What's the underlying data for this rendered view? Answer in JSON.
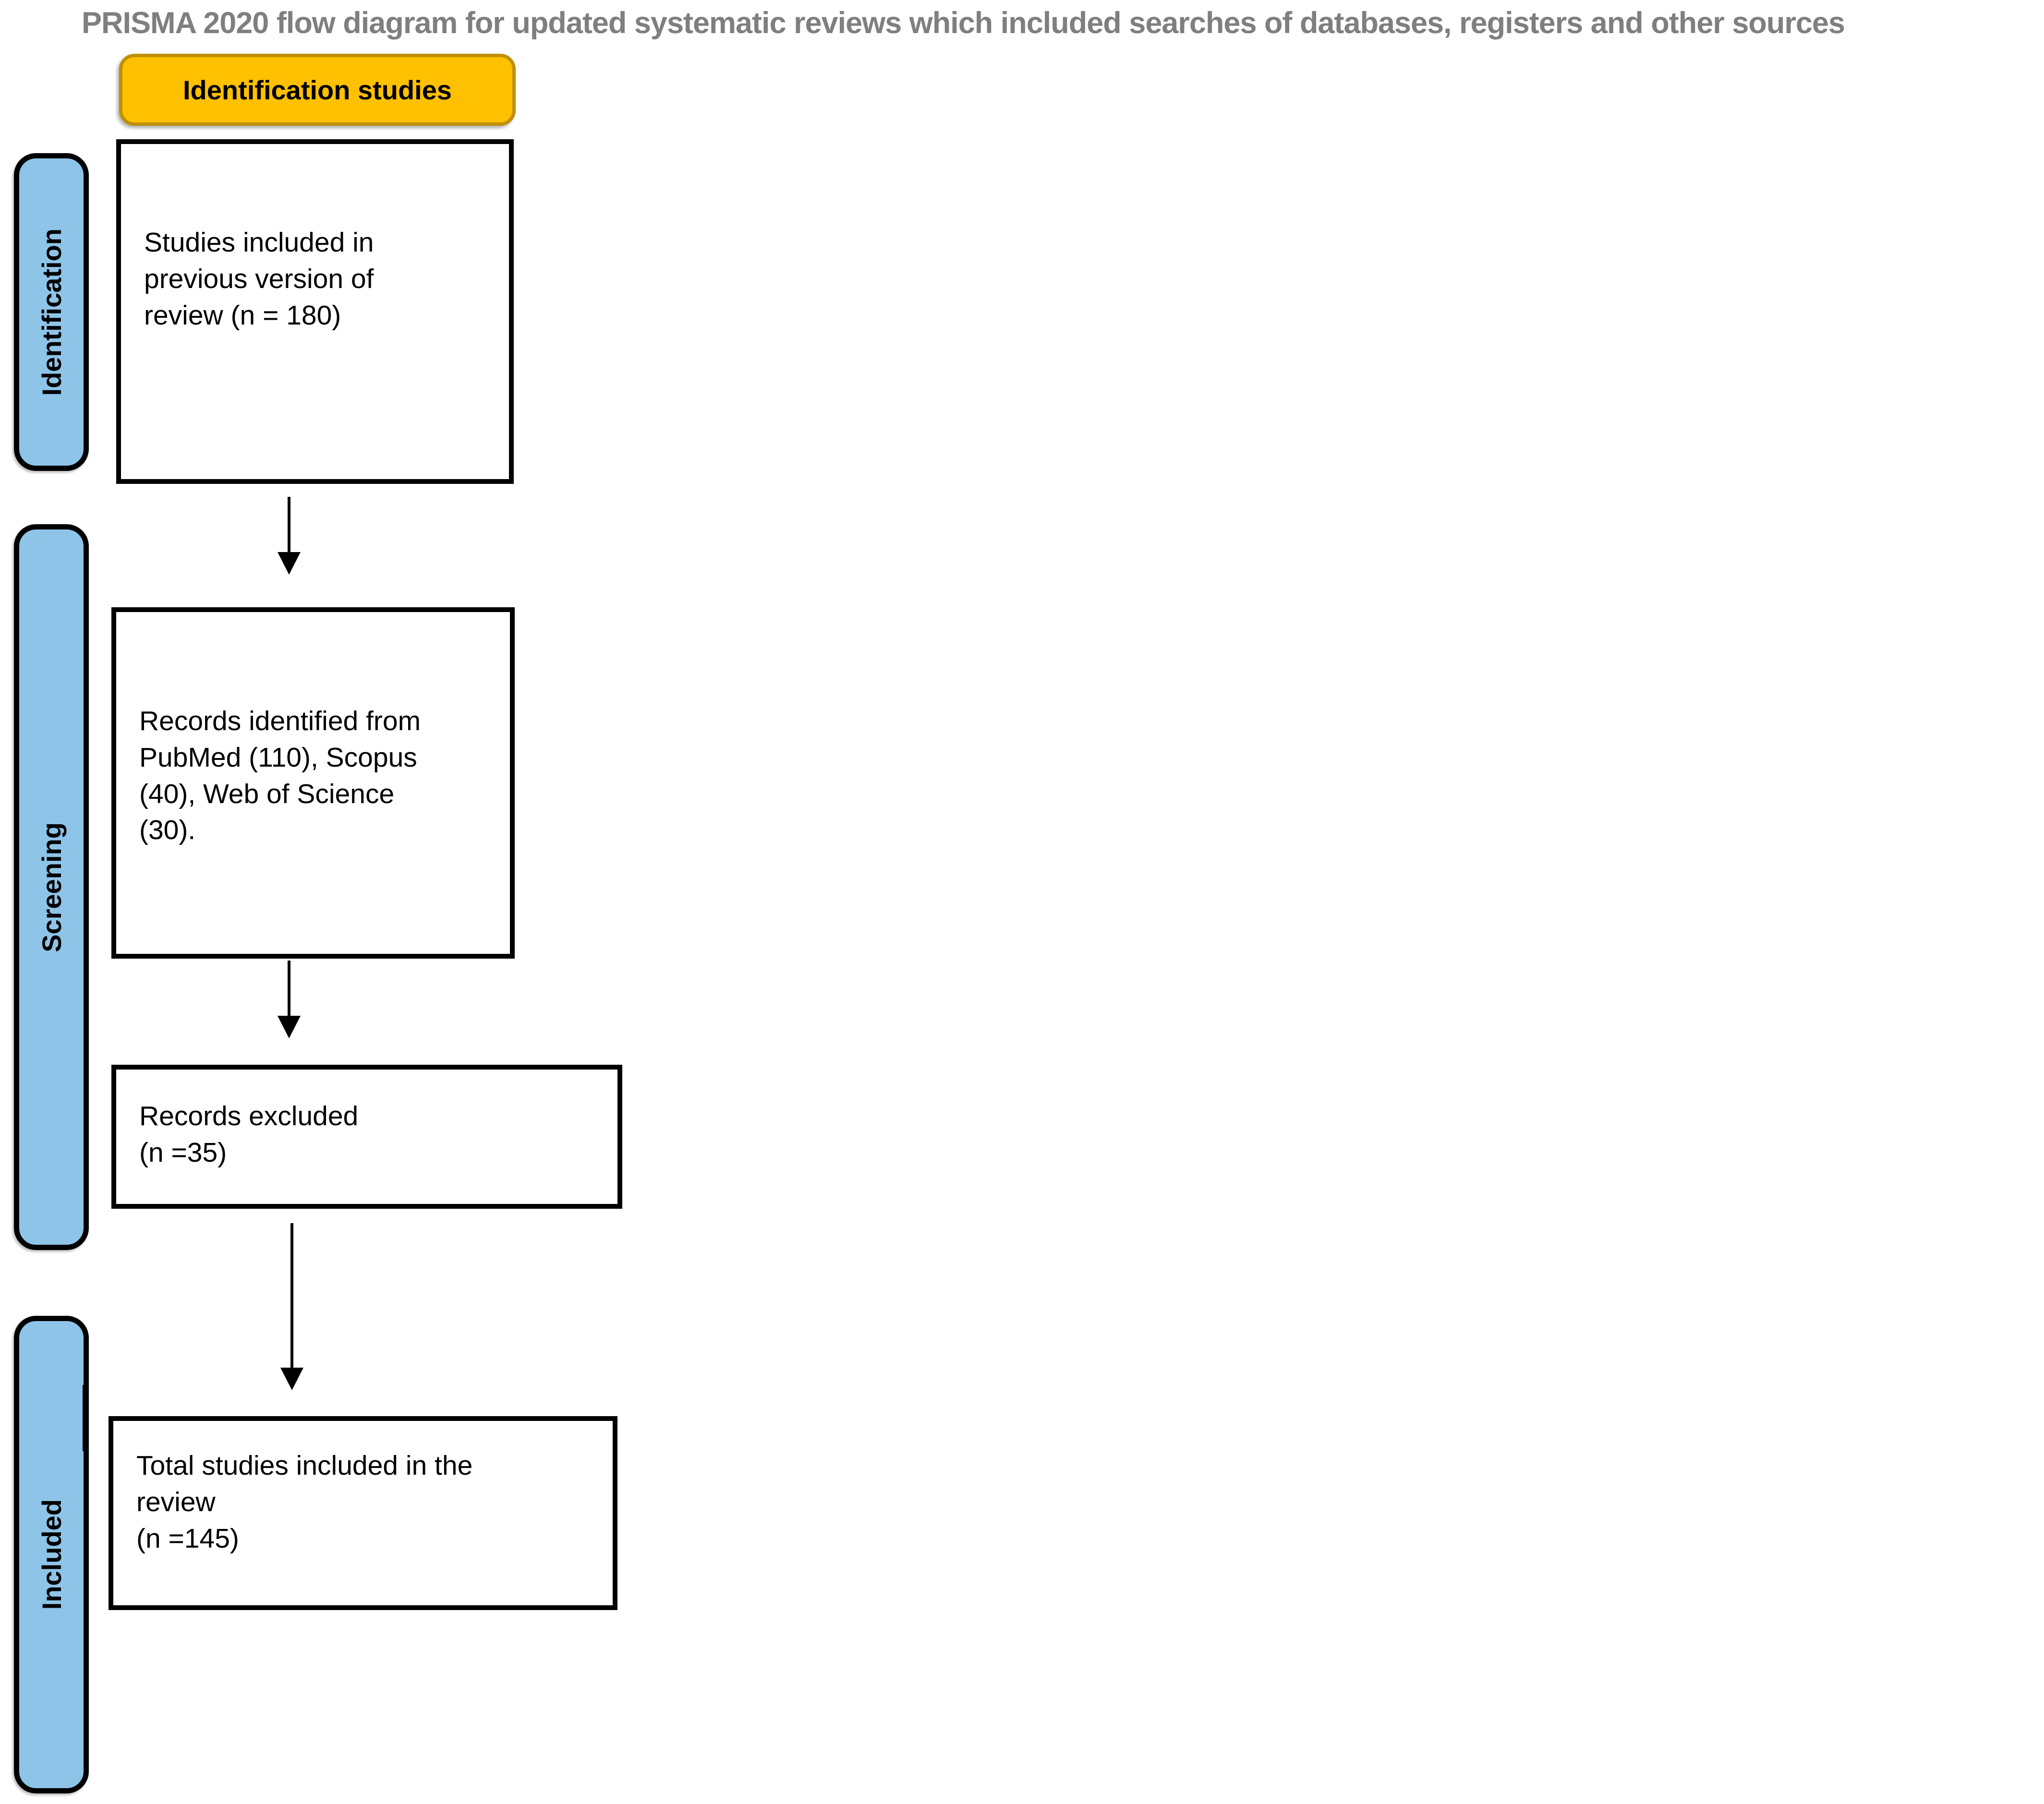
{
  "title": "PRISMA 2020 flow diagram for updated systematic reviews which included searches of databases, registers and other sources",
  "legend_badge": {
    "label": "Identification studies"
  },
  "stage_bars": [
    {
      "label": "Identification"
    },
    {
      "label": "Screening"
    },
    {
      "label": "Included"
    }
  ],
  "flow_boxes": [
    {
      "id": "previous-version-box",
      "lines": [
        "Studies included in",
        "previous version of",
        "review (n = 180)"
      ]
    },
    {
      "id": "records-identified-box",
      "lines": [
        "Records identified from",
        "PubMed (110), Scopus",
        "(40), Web of Science",
        "(30)."
      ]
    },
    {
      "id": "records-excluded-box",
      "lines": [
        "Records excluded",
        "(n =35)"
      ]
    },
    {
      "id": "total-included-box",
      "lines": [
        "Total studies included in the",
        "review",
        "(n =145)"
      ]
    }
  ],
  "counts": {
    "previous_version": 180,
    "pubmed": 110,
    "scopus": 40,
    "web_of_science": 30,
    "excluded": 35,
    "total_included": 145
  },
  "colors": {
    "title_gray": "#7F7F7F",
    "badge_fill": "#FFC000",
    "badge_border": "#BF9000",
    "stage_fill": "#8EC4E8",
    "box_border": "#000000",
    "box_fill": "#FFFFFF"
  }
}
